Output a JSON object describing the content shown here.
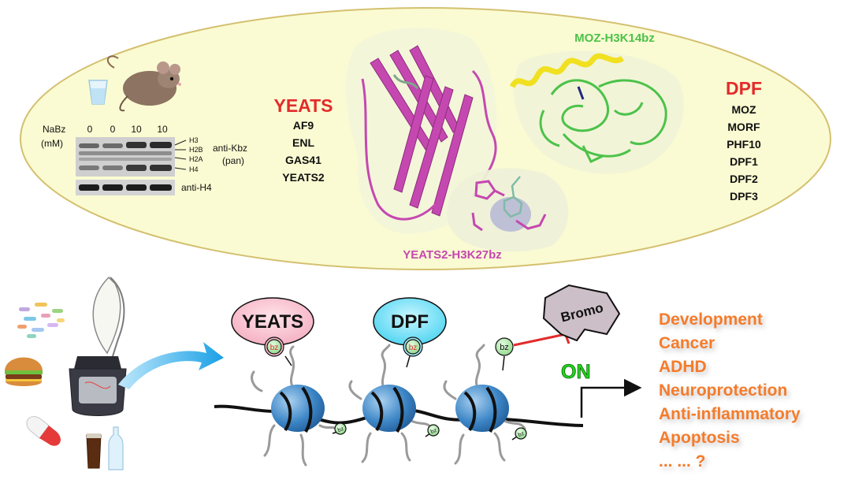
{
  "top_panel": {
    "western_blot": {
      "treatment_label": "NaBz",
      "unit_label": "(mM)",
      "lane_doses": [
        "0",
        "0",
        "10",
        "10"
      ],
      "band_labels": [
        "H3",
        "H2B",
        "H2A",
        "H4"
      ],
      "antibody_labels": [
        "anti-Kbz",
        "(pan)",
        "anti-H4"
      ]
    },
    "yeats_family": {
      "title": "YEATS",
      "members": [
        "AF9",
        "ENL",
        "GAS41",
        "YEATS2"
      ]
    },
    "dpf_family": {
      "title": "DPF",
      "members": [
        "MOZ",
        "MORF",
        "PHF10",
        "DPF1",
        "DPF2",
        "DPF3"
      ]
    },
    "structure_labels": {
      "moz": "MOZ-H3K14bz",
      "yeats2": "YEATS2-H3K27bz"
    }
  },
  "bottom_panel": {
    "readers": {
      "yeats": "YEATS",
      "dpf": "DPF",
      "bromo": "Bromo"
    },
    "mark_label": "bz",
    "on_label": "ON",
    "outcomes": [
      "Development",
      "Cancer",
      "ADHD",
      "Neuroprotection",
      "Anti-inflammatory",
      "Apoptosis",
      "... ... ?"
    ]
  },
  "colors": {
    "ellipse_fill": "#fafbd2",
    "ellipse_stroke": "#d4c070",
    "yeats_red": "#e32b2b",
    "moz_green": "#4cc24a",
    "yeats2_magenta": "#c548b0",
    "outcome_orange": "#f47b2c",
    "on_green": "#22d41c",
    "arrow_blue": "#1aa0e6",
    "nucleosome_blue": "#3d86c6"
  }
}
